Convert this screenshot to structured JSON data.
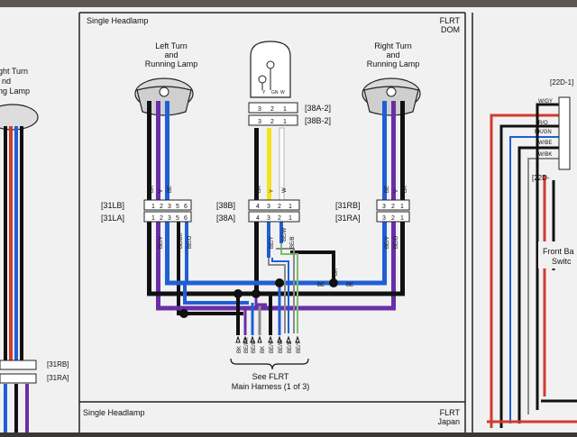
{
  "panel_main": {
    "title": "Single Headlamp",
    "region_line1": "FLRT",
    "region_line2": "DOM"
  },
  "panel_bottom": {
    "title": "Single Headlamp",
    "region_line1": "FLRT",
    "region_line2": "Japan"
  },
  "left_lamp": {
    "line1": "Left Turn",
    "line2": "and",
    "line3": "Running Lamp",
    "wires": [
      "BK",
      "V",
      "BE"
    ]
  },
  "right_lamp": {
    "line1": "Right Turn",
    "line2": "and",
    "line3": "Running Lamp",
    "wires": [
      "BE",
      "V",
      "BK"
    ]
  },
  "headlamp": {
    "connector_top": "[38A-2]",
    "connector_bottom": "[38B-2]",
    "pins": [
      "3",
      "2",
      "1"
    ],
    "bulb_pins": [
      "Y",
      "GN",
      "W"
    ],
    "wires": [
      "BK",
      "Y",
      "W"
    ]
  },
  "connectors": {
    "lb_label": "[31LB]",
    "la_label": "[31LA]",
    "l_pins": [
      "1",
      "2",
      "3",
      "5",
      "6"
    ],
    "b8b_label": "[38B]",
    "b8a_label": "[38A]",
    "c_pins": [
      "4",
      "3",
      "2",
      "1"
    ],
    "rb_label": "[31RB]",
    "ra_label": "[31RA]",
    "r_pins": [
      "3",
      "2",
      "1"
    ]
  },
  "wire_labels": {
    "left_upper": [
      "BK",
      "V",
      "BE"
    ],
    "left_lower": [
      "BE/V",
      "BE/BK",
      "BE/O"
    ],
    "center_upper": [
      "BK",
      "Y",
      "W"
    ],
    "center_lower": [
      "BE/Y",
      "BE/W",
      "BE/B"
    ],
    "right_upper": [
      "BE",
      "V",
      "BK"
    ],
    "right_lower": [
      "BE/V",
      "BE/O"
    ],
    "bus_left": "BE",
    "bus_mid": "BK",
    "bus_right": "BE",
    "harness_bottom": [
      "BK",
      "BE/PK",
      "BE/O",
      "BK",
      "BE/V",
      "BE/W",
      "BE/B",
      "BE/Y"
    ]
  },
  "harness_note": {
    "line1": "See FLRT",
    "line2": "Main Harness (1 of 3)"
  },
  "left_fragment": {
    "line1": "ght Turn",
    "line2": "nd",
    "line3": "ng Lamp",
    "rb": "[31RB]",
    "ra": "[31RA]"
  },
  "right_fragment": {
    "conn": "[22D-1]",
    "conn2": "[22D-",
    "wires": [
      "W/GY",
      "R/O",
      "BK/GN",
      "W/BE",
      "W/BK"
    ],
    "label1": "Front Ba",
    "label2": "Switc"
  },
  "colors": {
    "blue": "#1f5fd6",
    "purple": "#6a2ea8",
    "black": "#111111",
    "yellow": "#f3e31b",
    "red": "#d23b2e",
    "green": "#7bbf6a",
    "gray": "#8a8a8a"
  }
}
